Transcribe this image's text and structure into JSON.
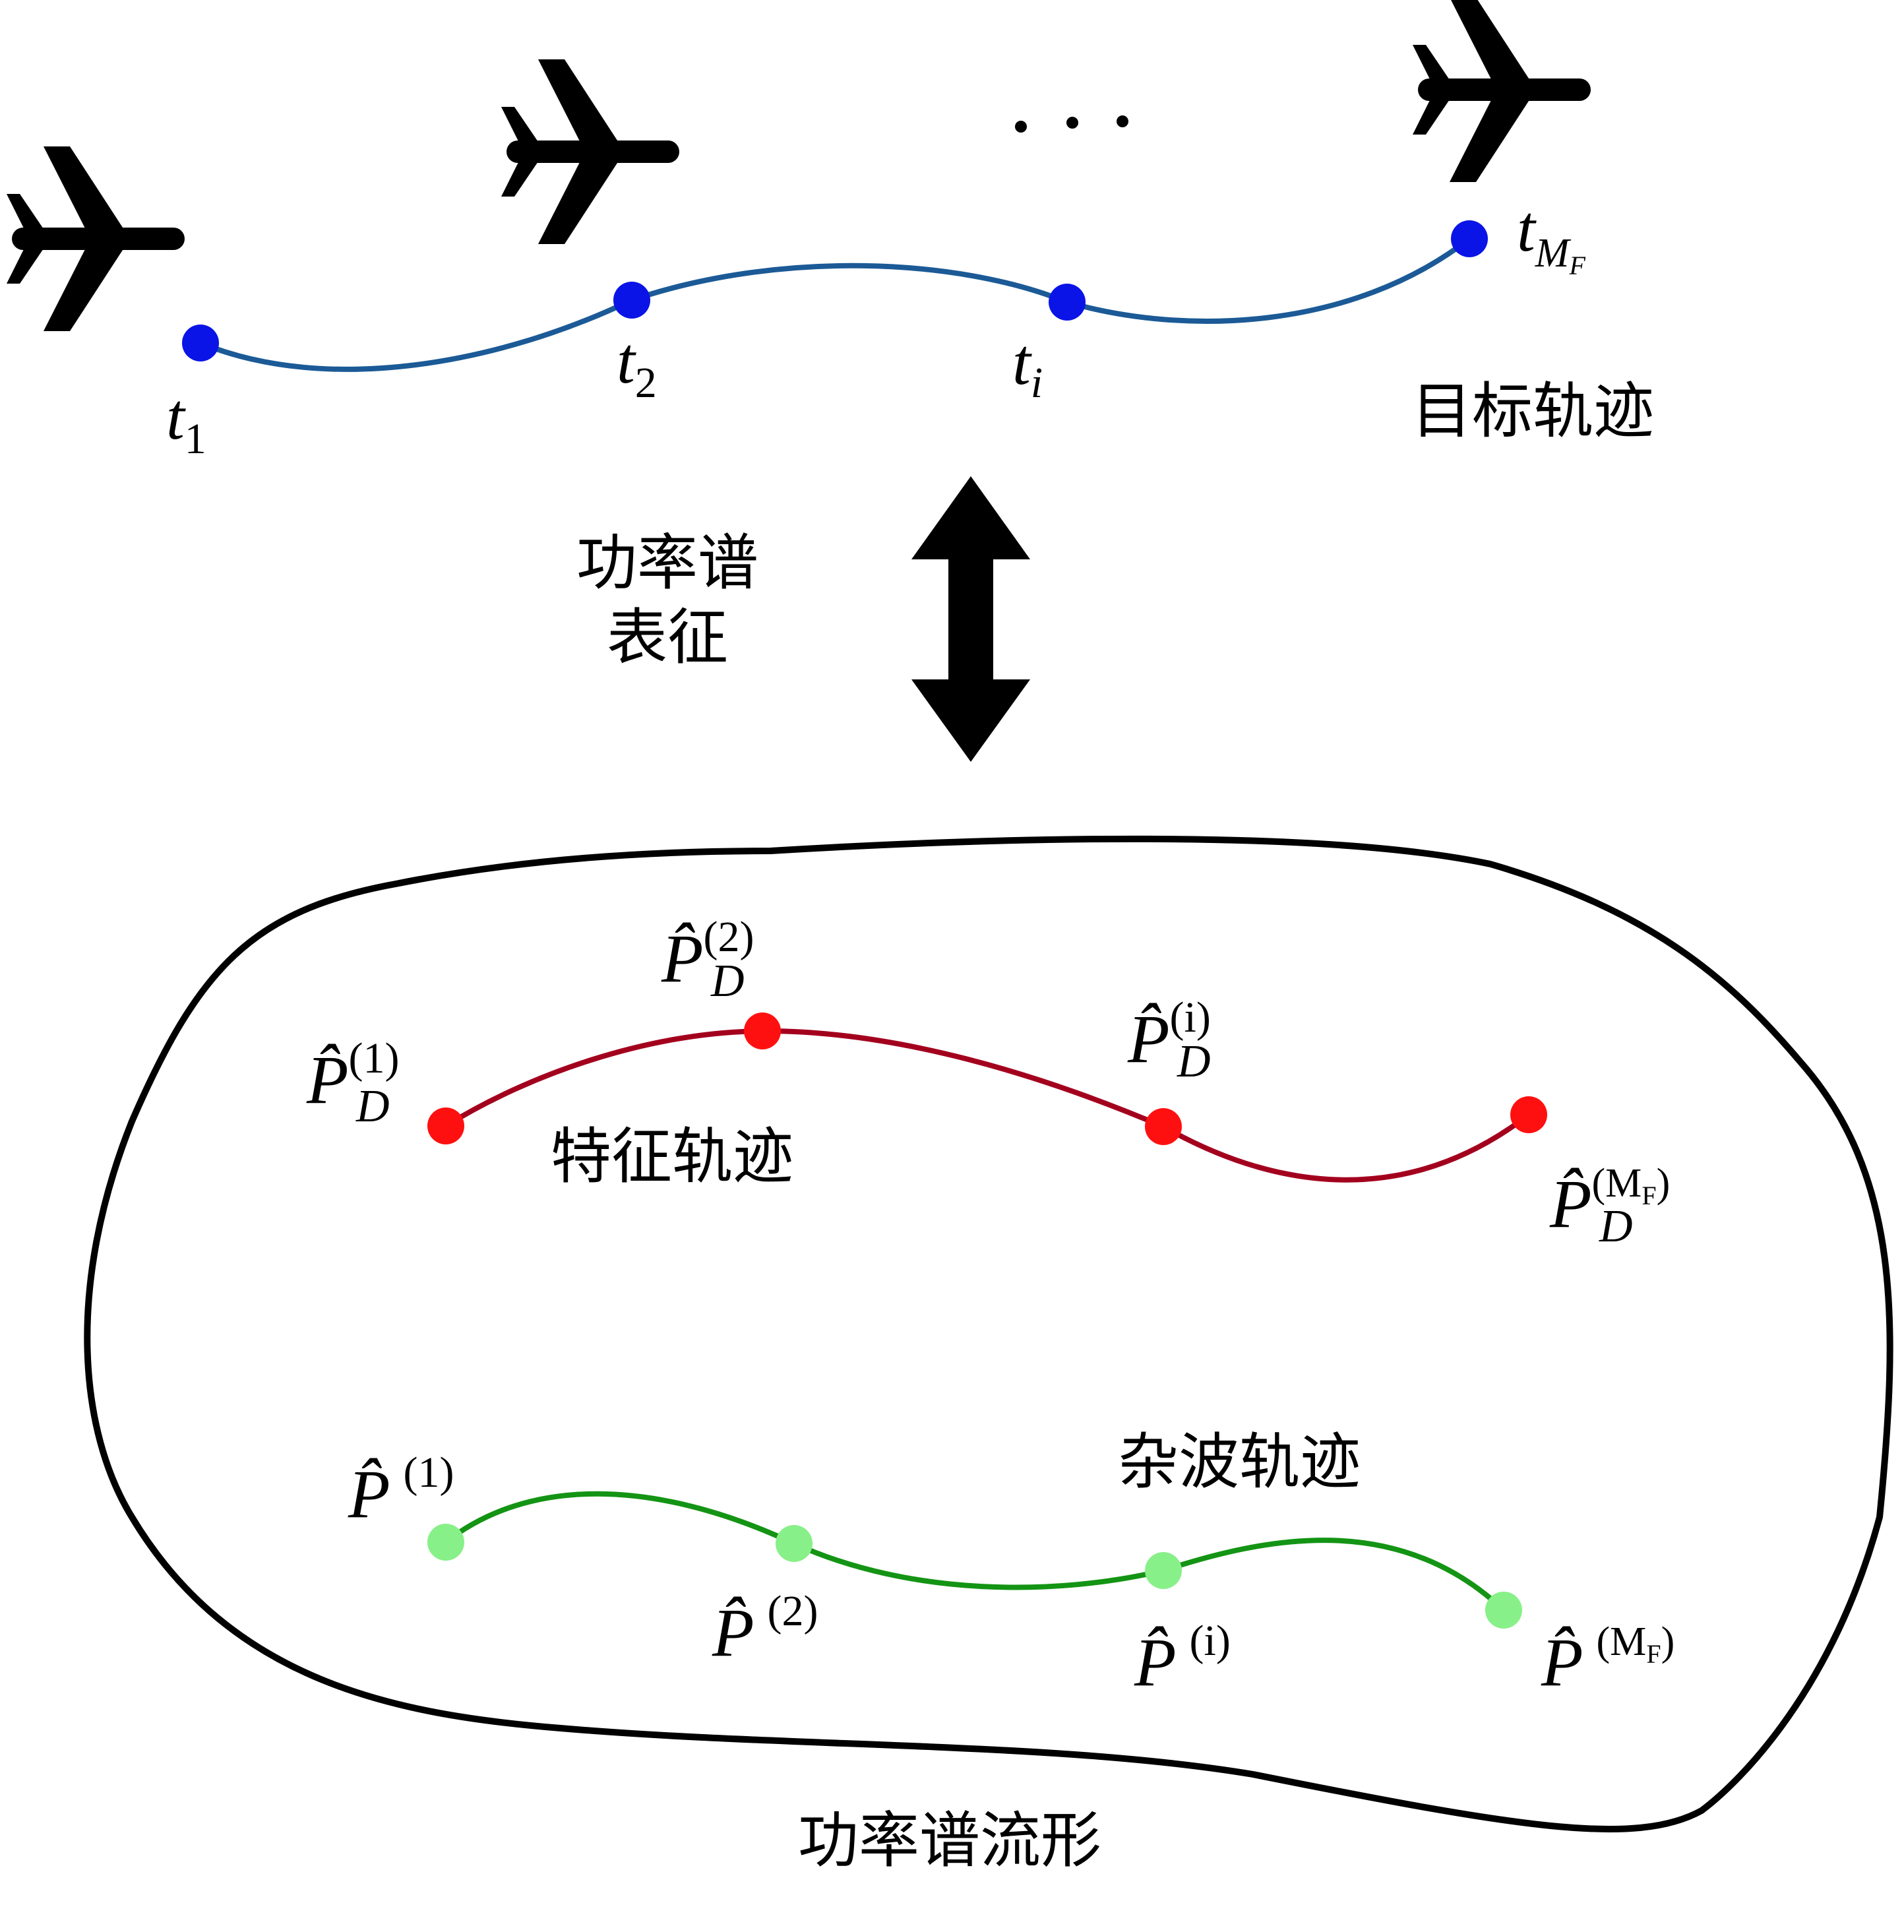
{
  "colors": {
    "target_line": "#1b5a96",
    "target_points": "#0a14e6",
    "feature_line": "#a3001e",
    "feature_points": "#ff1010",
    "clutter_line": "#149414",
    "clutter_points": "#88f088",
    "manifold_outline": "#000000"
  },
  "icons": {
    "plane": "airplane-icon",
    "ellipsis": "ellipsis-icon",
    "arrow": "double-arrow-icon"
  },
  "target": {
    "label": "目标轨迹",
    "ellipsis": "· · ·",
    "points": [
      {
        "base": "t",
        "sub": "1"
      },
      {
        "base": "t",
        "sub": "2"
      },
      {
        "base": "t",
        "sub": "i"
      },
      {
        "base": "t",
        "sub": "M",
        "subsub": "F"
      }
    ]
  },
  "arrow_label": {
    "line1": "功率谱",
    "line2": "表征"
  },
  "manifold": {
    "label": "功率谱流形",
    "feature": {
      "label": "特征轨迹",
      "points": [
        {
          "base": "P̂",
          "sub": "D",
          "sup": "(1)"
        },
        {
          "base": "P̂",
          "sub": "D",
          "sup": "(2)"
        },
        {
          "base": "P̂",
          "sub": "D",
          "sup": "(i)"
        },
        {
          "base": "P̂",
          "sub": "D",
          "sup": "(M",
          "supsub": "F",
          "supclose": ")"
        }
      ]
    },
    "clutter": {
      "label": "杂波轨迹",
      "points": [
        {
          "base": "P̂",
          "sup": "(1)"
        },
        {
          "base": "P̂",
          "sup": "(2)"
        },
        {
          "base": "P̂",
          "sup": "(i)"
        },
        {
          "base": "P̂",
          "sup": "(M",
          "supsub": "F",
          "supclose": ")"
        }
      ]
    }
  }
}
